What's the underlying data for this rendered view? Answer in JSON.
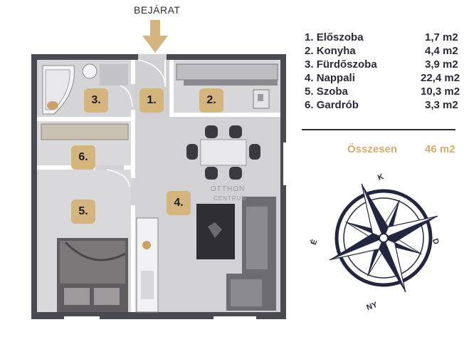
{
  "entrance": {
    "label": "BEJÁRAT"
  },
  "rooms": [
    {
      "number": "1.",
      "name": "Előszoba",
      "area": "1,7 m2"
    },
    {
      "number": "2.",
      "name": "Konyha",
      "area": "4,4 m2"
    },
    {
      "number": "3.",
      "name": "Fürdőszoba",
      "area": "3,9 m2"
    },
    {
      "number": "4.",
      "name": "Nappali",
      "area": "22,4 m2"
    },
    {
      "number": "5.",
      "name": "Szoba",
      "area": "10,3 m2"
    },
    {
      "number": "6.",
      "name": "Gardrób",
      "area": "3,3 m2"
    }
  ],
  "total": {
    "label": "Összesen",
    "value": "46 m2"
  },
  "compass": {
    "north": "K",
    "east": "D",
    "south": "NY",
    "west": "É"
  },
  "watermark": {
    "line1": "OTTHON",
    "line2": "CENTRUM"
  },
  "colors": {
    "accent": "#d4b47f",
    "text": "#2a2a38",
    "floor": "#d9d9dc",
    "wall": "#ffffff",
    "compass": "#23263f"
  }
}
